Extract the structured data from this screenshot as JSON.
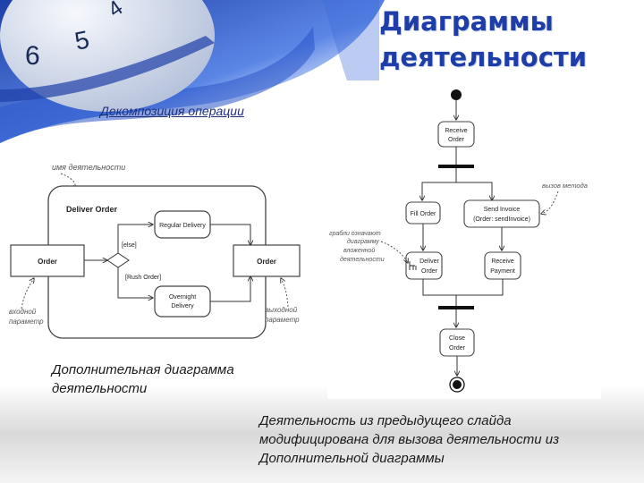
{
  "slide": {
    "title_line1": "Диаграммы",
    "title_line2": "деятельности",
    "subtitle": "Декомпозиция операции",
    "caption_left_line1": "Дополнительная диаграмма",
    "caption_left_line2": "деятельности",
    "caption_right_line1": "Деятельность из предыдущего слайда",
    "caption_right_line2": "модифицирована для вызова деятельности из",
    "caption_right_line3": "Дополнительной диаграммы"
  },
  "left_diagram": {
    "activity_name_note": "имя деятельности",
    "activity_title": "Deliver Order",
    "input_param": "Order",
    "output_param": "Order",
    "regular_delivery": "Regular Delivery",
    "overnight_line1": "Overnight",
    "overnight_line2": "Delivery",
    "guard_else": "[else]",
    "guard_rush": "[Rush Order]",
    "input_note_line1": "входной",
    "input_note_line2": "параметр",
    "output_note_line1": "выходной",
    "output_note_line2": "параметр"
  },
  "right_diagram": {
    "receive_line1": "Receive",
    "receive_line2": "Order",
    "fill_order": "Fill Order",
    "send_invoice_line1": "Send Invoice",
    "send_invoice_line2": "(Order: sendInvoice)",
    "deliver_line1": "Deliver",
    "deliver_line2": "Order",
    "receive_payment_line1": "Receive",
    "receive_payment_line2": "Payment",
    "close_line1": "Close",
    "close_line2": "Order",
    "method_call_note": "вызов метода",
    "rake_note_line1": "грабли означают",
    "rake_note_line2": "диаграмму",
    "rake_note_line3": "вложенной",
    "rake_note_line4": "деятельности"
  },
  "colors": {
    "title": "#1f3da6",
    "background_blue": "#2a56c8",
    "line": "#333333"
  }
}
